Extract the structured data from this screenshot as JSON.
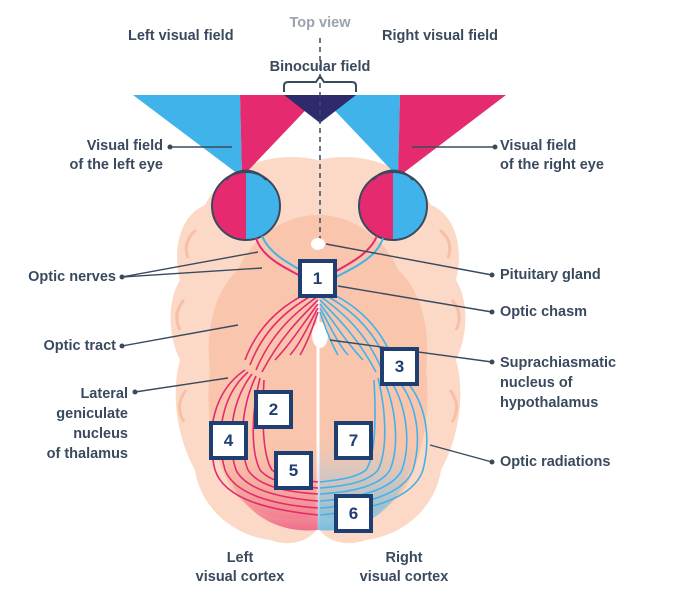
{
  "header": {
    "top_view": "Top view",
    "left_visual_field": "Left visual field",
    "right_visual_field": "Right visual field",
    "binocular_field": "Binocular field"
  },
  "labels_left": {
    "visual_field_left_eye": [
      "Visual field",
      "of the left eye"
    ],
    "optic_nerves": "Optic nerves",
    "optic_tract": "Optic tract",
    "lateral_geniculate": [
      "Lateral",
      "geniculate",
      "nucleus",
      "of thalamus"
    ]
  },
  "labels_right": {
    "visual_field_right_eye": [
      "Visual field",
      "of the right eye"
    ],
    "pituitary_gland": "Pituitary gland",
    "optic_chasm": "Optic chasm",
    "suprachiasmatic": [
      "Suprachiasmatic",
      "nucleus of",
      "hypothalamus"
    ],
    "optic_radiations": "Optic radiations"
  },
  "labels_bottom": {
    "left_visual_cortex": [
      "Left",
      "visual cortex"
    ],
    "right_visual_cortex": [
      "Right",
      "visual cortex"
    ]
  },
  "markers": [
    "1",
    "2",
    "3",
    "4",
    "5",
    "6",
    "7"
  ],
  "colors": {
    "left_field": "#e52a6f",
    "right_field": "#3fb3ea",
    "binocular": "#2e2a6b",
    "brain": "#fcd9c6",
    "brain_inner": "#f9c5ad",
    "marker_border": "#1f3f73",
    "label_text": "#3a4a5e"
  }
}
